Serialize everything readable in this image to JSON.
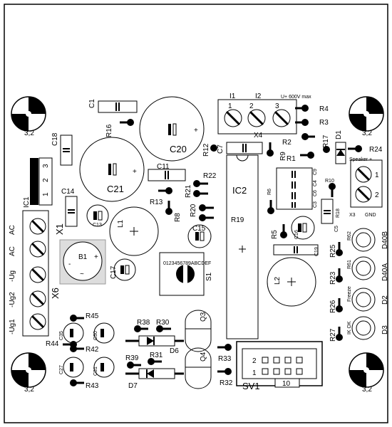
{
  "labels": {
    "c1": "C1",
    "r16": "R16",
    "c20": "C20",
    "c18": "C18",
    "c21": "C21",
    "c11": "C11",
    "r22": "R22",
    "r21": "R21",
    "r13": "R13",
    "r20": "R20",
    "r8": "R8",
    "c14": "C14",
    "ic1": "IC1",
    "c13": "C13",
    "l1": "L1",
    "c15": "C15",
    "x1": "X1",
    "b1": "B1",
    "c17": "C17",
    "s1": "S1",
    "q3": "Q3",
    "q4": "Q4",
    "r45": "R45",
    "c35": "C35",
    "c30": "C30",
    "r42": "R42",
    "r44": "R44",
    "r38": "R38",
    "r30": "R30",
    "d6": "D6",
    "r39": "R39",
    "r31": "R31",
    "c27": "C27",
    "c31": "C31",
    "r43": "R43",
    "d7": "D7",
    "r33": "R33",
    "r32": "R32",
    "sv1": "SV1",
    "sv1_pin2": "2",
    "sv1_pin1": "1",
    "sv1_count": "10",
    "i1": "I1",
    "i2": "I2",
    "u_max": "U+ 600V max",
    "x4": "X4",
    "r4": "R4",
    "r3": "R3",
    "r2": "R2",
    "r12": "R12",
    "c7": "C7",
    "r9": "R9",
    "r1": "R1",
    "r17": "R17",
    "d1": "D1",
    "r24": "R24",
    "speaker": "Speaker +",
    "ic2": "IC2",
    "r19": "R19",
    "r6": "R6",
    "c9": "C9",
    "c4": "C4",
    "c6": "C6",
    "c3": "C3",
    "r10": "R10",
    "c5": "C5",
    "r18": "R18",
    "x3": "X3",
    "gnd": "GND",
    "r5": "R5",
    "c16": "C16",
    "c19": "C19",
    "r25": "R25",
    "r62": "R62",
    "d40b": "D40B",
    "l2": "L2",
    "r23": "R23",
    "r61": "R61",
    "d40a": "D40A",
    "r26": "R26",
    "freeze": "Freeze",
    "d2": "D2",
    "r27": "R27",
    "ik_ok": "IK OK",
    "d3": "D3",
    "x6": "X6",
    "ac_a": "AC",
    "ac_b": "AC",
    "ug": "-Ug",
    "ug2": "-Ug2",
    "ug1": "-Ug1",
    "mount": "3,2",
    "pin_1": "1",
    "pin_2": "2",
    "pin_3": "3",
    "rot_digits": "0123456789ABCDEF",
    "tri": "~"
  }
}
